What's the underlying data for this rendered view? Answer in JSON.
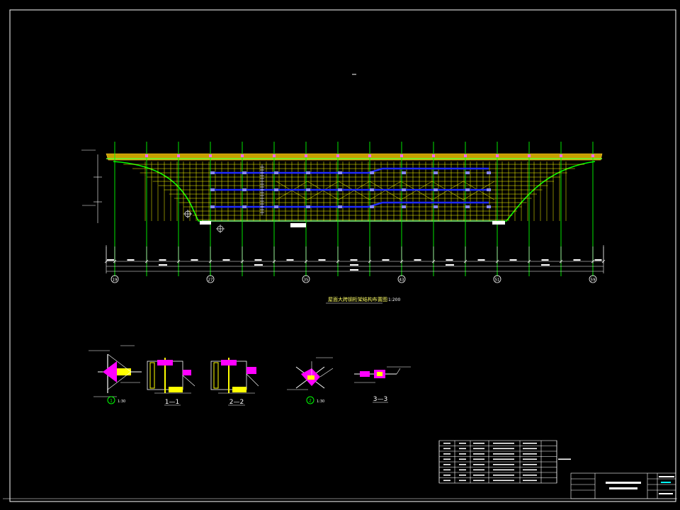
{
  "drawing": {
    "title": "屋面大跨钢桁架结构布置图",
    "title_scale": "1:200",
    "axis_labels": [
      "19",
      "27",
      "35",
      "43",
      "51",
      "59"
    ],
    "details": [
      {
        "id": "detail-1",
        "label": "1",
        "scale": "1:30"
      },
      {
        "id": "section-1-1",
        "label": "1—1"
      },
      {
        "id": "section-2-2",
        "label": "2—2"
      },
      {
        "id": "detail-2",
        "label": "2",
        "scale": "1:30"
      },
      {
        "id": "section-3-3",
        "label": "3—3"
      }
    ]
  },
  "colors": {
    "background": "#000000",
    "roof_band": "#c8a000",
    "truss_green": "#00ff00",
    "grid_yellow": "#ffff00",
    "member_blue": "#0000ff",
    "member_magenta": "#ff00ff",
    "frame_white": "#ffffff",
    "callout_cyan": "#00ffff"
  }
}
